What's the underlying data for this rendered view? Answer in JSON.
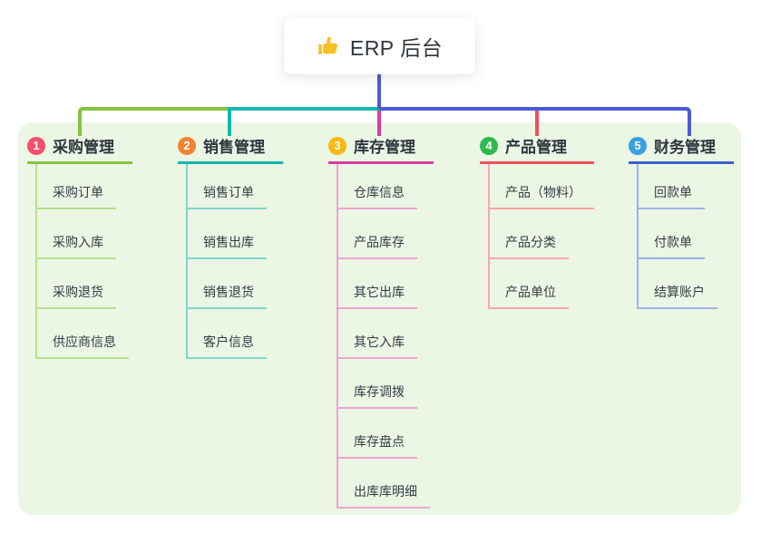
{
  "root": {
    "title": "ERP 后台",
    "icon": "thumbs-up",
    "icon_color": "#f6c026"
  },
  "connector": {
    "trunk": "#4c5bd4"
  },
  "colors": {
    "canvas_bg": "#ffffff",
    "panel_bg": "#ebf6e5",
    "text_dark": "#2f353d",
    "item_text": "#363c42"
  },
  "branches": [
    {
      "number": "1",
      "label": "采购管理",
      "colors": {
        "badge": "#f4506a",
        "line": "#85c340",
        "light": "#b7e08e"
      },
      "items": [
        "采购订单",
        "采购入库",
        "采购退货",
        "供应商信息"
      ]
    },
    {
      "number": "2",
      "label": "销售管理",
      "colors": {
        "badge": "#f08433",
        "line": "#13b7ae",
        "light": "#7fd7cd"
      },
      "items": [
        "销售订单",
        "销售出库",
        "销售退货",
        "客户信息"
      ]
    },
    {
      "number": "3",
      "label": "库存管理",
      "colors": {
        "badge": "#f7b912",
        "line": "#d63da1",
        "light": "#efa3d2"
      },
      "items": [
        "仓库信息",
        "产品库存",
        "其它出库",
        "其它入库",
        "库存调拨",
        "库存盘点",
        "出库库明细"
      ]
    },
    {
      "number": "4",
      "label": "产品管理",
      "colors": {
        "badge": "#2eba52",
        "line": "#f4505b",
        "light": "#f9a6a8"
      },
      "items": [
        "产品（物料）",
        "产品分类",
        "产品单位"
      ]
    },
    {
      "number": "5",
      "label": "财务管理",
      "colors": {
        "badge": "#38a1e0",
        "line": "#3c60cf",
        "light": "#9cb2e6"
      },
      "items": [
        "回款单",
        "付款单",
        "结算账户"
      ]
    }
  ]
}
